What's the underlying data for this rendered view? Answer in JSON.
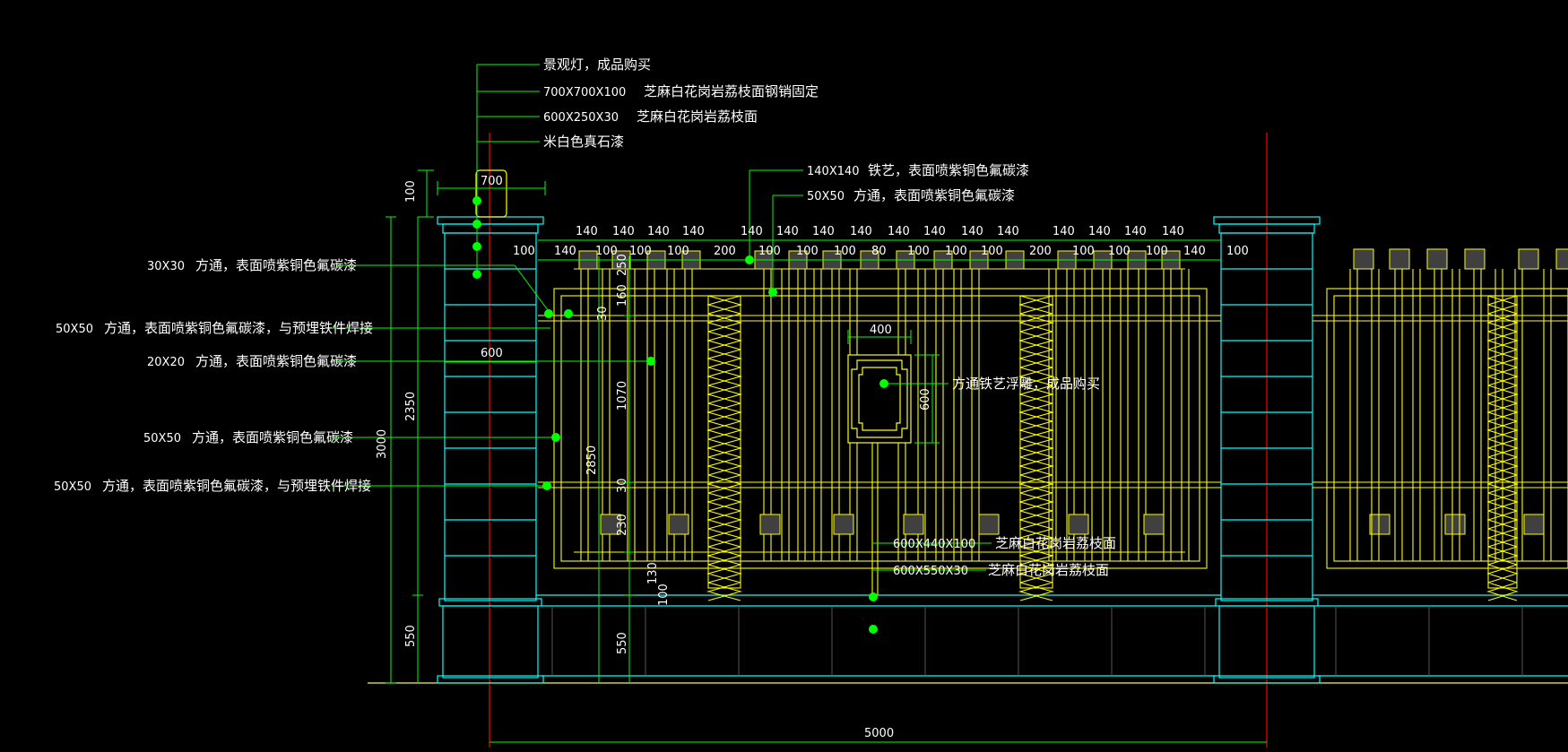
{
  "colors": {
    "background": "#000000",
    "leader": "#00ff00",
    "node": "#00ff00",
    "pillar": "#00ffff",
    "ironwork": "#ffff00",
    "centerline": "#ff0000",
    "dimension": "#00ff00",
    "text": "#ffffff",
    "inset_panel": "#404040"
  },
  "callouts_top": [
    {
      "spec": "景观灯，成品购买",
      "desc": ""
    },
    {
      "spec": "700X700X100",
      "desc": "芝麻白花岗岩荔枝面钢销固定"
    },
    {
      "spec": "600X250X30",
      "desc": "芝麻白花岗岩荔枝面"
    },
    {
      "spec": "米白色真石漆",
      "desc": ""
    },
    {
      "spec": "140X140",
      "desc": "铁艺，表面喷紫铜色氟碳漆"
    },
    {
      "spec": "50X50",
      "desc": "方通，表面喷紫铜色氟碳漆"
    }
  ],
  "callouts_left": [
    {
      "spec": "30X30",
      "desc": "方通，表面喷紫铜色氟碳漆"
    },
    {
      "spec": "50X50",
      "desc": "方通，表面喷紫铜色氟碳漆，与预埋铁件焊接"
    },
    {
      "spec": "20X20",
      "desc": "方通，表面喷紫铜色氟碳漆"
    },
    {
      "spec": "50X50",
      "desc": "方通，表面喷紫铜色氟碳漆"
    },
    {
      "spec": "50X50",
      "desc": "方通，表面喷紫铜色氟碳漆，与预埋铁件焊接"
    }
  ],
  "callouts_right": [
    {
      "text": "方通铁艺浮雕，成品购买"
    },
    {
      "spec": "600X440X100",
      "desc": "芝麻白花岗岩荔枝面"
    },
    {
      "spec": "600X550X30",
      "desc": "芝麻白花岗岩荔枝面"
    }
  ],
  "dimensions_top_row1": [
    "140",
    "140",
    "140",
    "140",
    "140",
    "140",
    "140",
    "140",
    "140",
    "140",
    "140",
    "140",
    "140",
    "140",
    "140",
    "140"
  ],
  "dimensions_top_row2": [
    "100",
    "140",
    "100",
    "100",
    "100",
    "200",
    "100",
    "100",
    "100",
    "80",
    "100",
    "100",
    "100",
    "200",
    "100",
    "100",
    "100",
    "140",
    "100"
  ],
  "dimensions": {
    "lamp_width": "700",
    "lamp_height": "100",
    "pillar_width": "600",
    "height_2350": "2350",
    "height_3000": "3000",
    "height_550_base": "550",
    "panel_2850": "2850",
    "panel_1070": "1070",
    "panel_250": "250",
    "panel_160": "160",
    "panel_30a": "30",
    "panel_30b": "30",
    "panel_230": "230",
    "panel_130": "130",
    "panel_100": "100",
    "panel_550": "550",
    "emblem_width": "400",
    "emblem_height": "600",
    "bay_width": "5000"
  }
}
